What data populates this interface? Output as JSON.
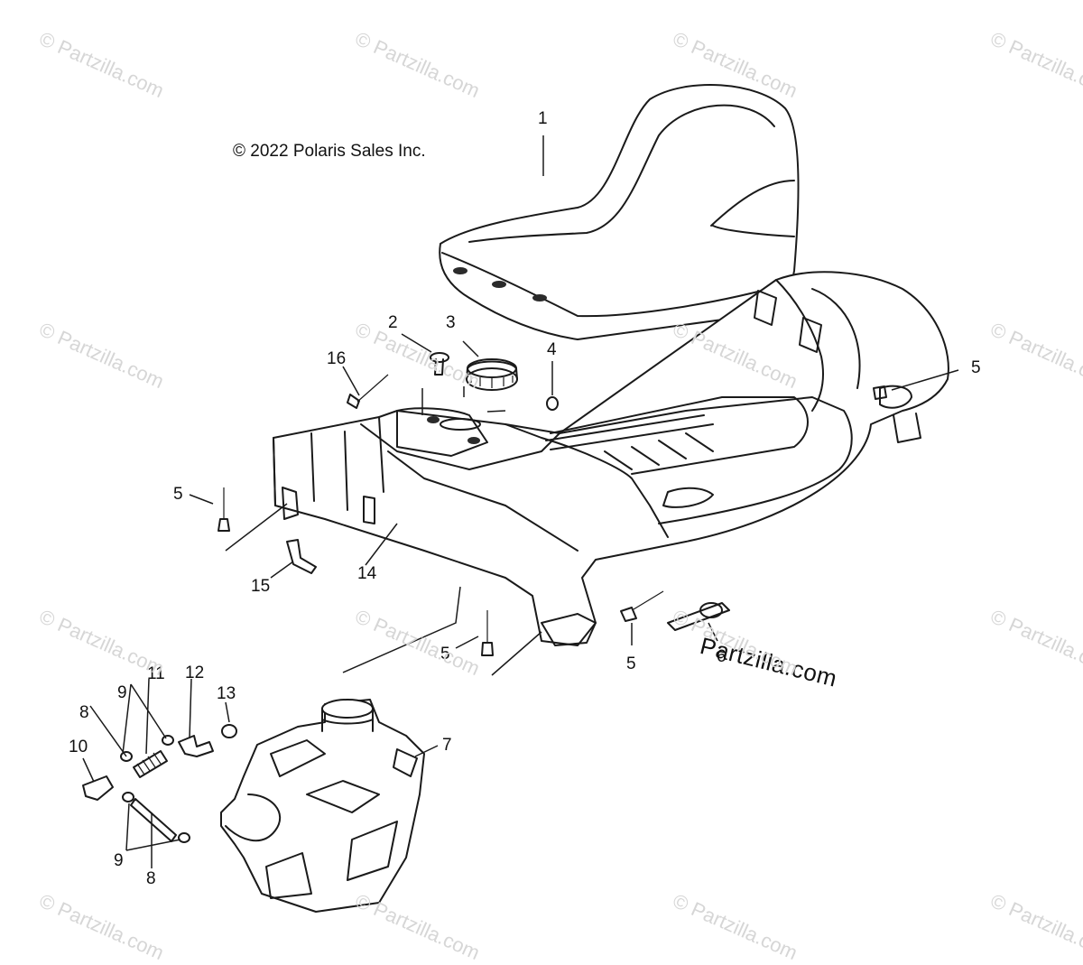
{
  "copyright": "© 2022 Polaris Sales Inc.",
  "brand_mark": "Partzilla.com",
  "watermark_text": "© Partzilla.com",
  "callouts": [
    {
      "id": "c1",
      "label": "1",
      "part": "seat"
    },
    {
      "id": "c2",
      "label": "2",
      "part": "rivet"
    },
    {
      "id": "c3",
      "label": "3",
      "part": "fuel-cap"
    },
    {
      "id": "c4",
      "label": "4",
      "part": "nut"
    },
    {
      "id": "c5a",
      "label": "5",
      "part": "push-rivet"
    },
    {
      "id": "c5b",
      "label": "5",
      "part": "push-rivet"
    },
    {
      "id": "c5c",
      "label": "5",
      "part": "push-rivet"
    },
    {
      "id": "c5d",
      "label": "5",
      "part": "push-rivet"
    },
    {
      "id": "c6",
      "label": "6",
      "part": "strap"
    },
    {
      "id": "c7",
      "label": "7",
      "part": "fuel-tank"
    },
    {
      "id": "c8a",
      "label": "8",
      "part": "hose"
    },
    {
      "id": "c8b",
      "label": "8",
      "part": "hose"
    },
    {
      "id": "c9a",
      "label": "9",
      "part": "clamp"
    },
    {
      "id": "c9b",
      "label": "9",
      "part": "clamp"
    },
    {
      "id": "c10",
      "label": "10",
      "part": "valve"
    },
    {
      "id": "c11",
      "label": "11",
      "part": "hose"
    },
    {
      "id": "c12",
      "label": "12",
      "part": "fitting"
    },
    {
      "id": "c13",
      "label": "13",
      "part": "grommet"
    },
    {
      "id": "c14",
      "label": "14",
      "part": "seat-base"
    },
    {
      "id": "c15",
      "label": "15",
      "part": "bracket"
    },
    {
      "id": "c16",
      "label": "16",
      "part": "rivet"
    }
  ]
}
